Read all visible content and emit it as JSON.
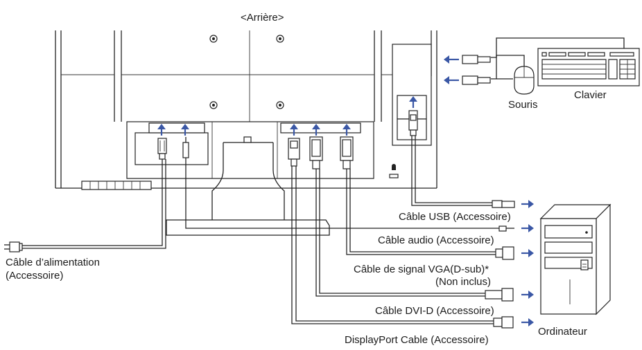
{
  "title": "<Arrière>",
  "labels": {
    "usb_cable": "Câble USB (Accessoire)",
    "audio_cable": "Câble audio (Accessoire)",
    "vga_cable_1": "Câble de signal VGA(D-sub)*",
    "vga_cable_2": "(Non inclus)",
    "dvi_cable": "Câble DVI-D (Accessoire)",
    "displayport_cable": "DisplayPort Cable (Accessoire)",
    "power_cable_1": "Câble d’alimentation",
    "power_cable_2": "(Accessoire)",
    "keyboard": "Clavier",
    "mouse": "Souris",
    "computer": "Ordinateur"
  },
  "colors": {
    "arrow": "#3a57a5",
    "line": "#222222"
  },
  "icons": [
    "usb-plug-icon",
    "audio-plug-icon",
    "vga-plug-icon",
    "dvi-plug-icon",
    "displayport-plug-icon",
    "power-plug-icon",
    "keyboard-icon",
    "mouse-icon",
    "computer-tower-icon",
    "lock-icon",
    "usb-port-icon"
  ]
}
